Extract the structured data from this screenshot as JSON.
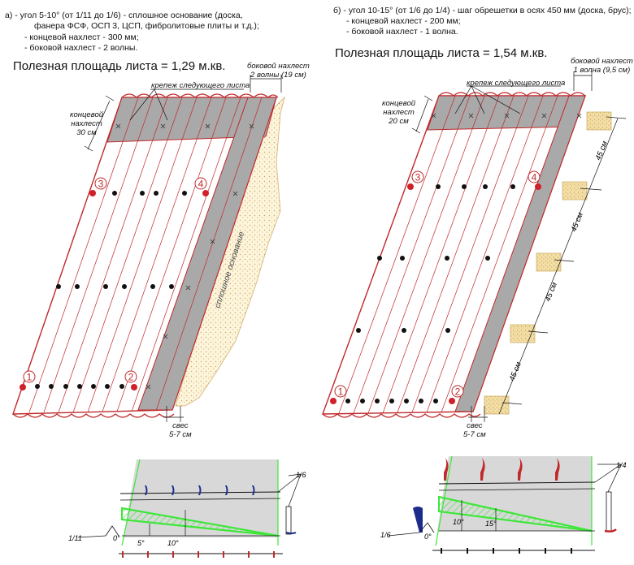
{
  "left": {
    "header_lines": [
      "а)  - угол 5-10° (от 1/11 до 1/6) - сплошное основание (доска,",
      "фанера ФСФ, ОСП 3, ЦСП, фибролитовые плиты и т.д.);",
      "- концевой нахлест - 300 мм;",
      "- боковой нахлест - 2 волны."
    ],
    "useful_area": "Полезная площадь листа = 1,29 м.кв.",
    "side_overlap": [
      "боковой нахлест",
      "2 волны (19 см)"
    ],
    "next_sheet_fastening": "крепеж следующего листа",
    "end_overlap": [
      "концевой",
      "нахлест",
      "30 см"
    ],
    "solid_base": "сплошное основание",
    "overhang": [
      "свес",
      "5-7 см"
    ],
    "markers": [
      "1",
      "2",
      "3",
      "4"
    ],
    "slope_ratio_top": "1/6",
    "slope_ratio_bottom": "1/11",
    "angles": [
      "0°",
      "5°",
      "10°"
    ]
  },
  "right": {
    "header_lines": [
      "б)  - угол 10-15° (от 1/6 до 1/4) - шаг обрешетки в осях 450 мм (доска, брус);",
      "- концевой нахлест - 200 мм;",
      "- боковой нахлест - 1 волна."
    ],
    "useful_area": "Полезная площадь листа = 1,54 м.кв.",
    "side_overlap": [
      "боковой нахлест",
      "1 волна (9,5 см)"
    ],
    "next_sheet_fastening": "крепеж следующего листа",
    "end_overlap": [
      "концевой",
      "нахлест",
      "20 см"
    ],
    "batten_spacing": [
      "45 см",
      "45 см",
      "45 см",
      "45 см"
    ],
    "overhang": [
      "свес",
      "5-7 см"
    ],
    "markers": [
      "1",
      "2",
      "3",
      "4"
    ],
    "slope_ratio_top": "1/4",
    "slope_ratio_bottom": "1/6",
    "angles": [
      "0°",
      "10°",
      "15°"
    ]
  },
  "colors": {
    "sheet_outline": "#c0282a",
    "overlap_fill": "#a9a9a9",
    "green_angle": "#3ee63a",
    "wood": "#f3dfa6",
    "fastener_blue": "#1c2c8a",
    "fastener_red": "#c0282a"
  }
}
